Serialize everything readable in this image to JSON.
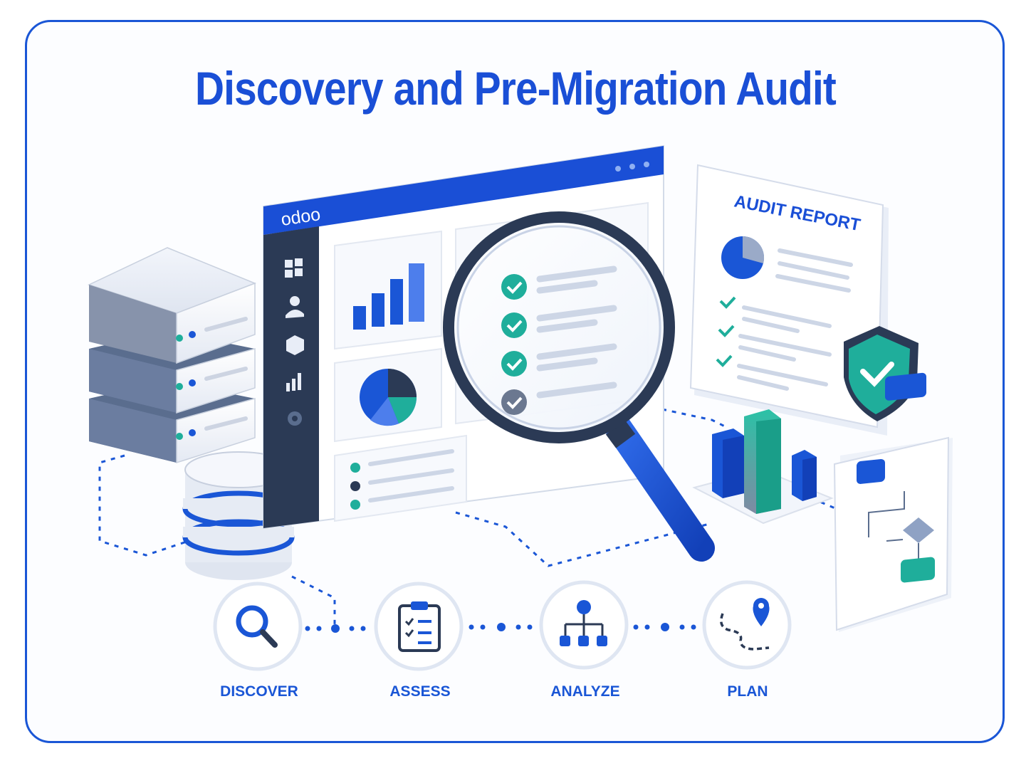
{
  "title": "Discovery and Pre-Migration Audit",
  "app": {
    "brand": "odoo"
  },
  "audit_report": {
    "heading": "AUDIT REPORT"
  },
  "steps": [
    {
      "label": "DISCOVER",
      "icon": "search-icon"
    },
    {
      "label": "ASSESS",
      "icon": "clipboard-checklist-icon"
    },
    {
      "label": "ANALYZE",
      "icon": "hierarchy-icon"
    },
    {
      "label": "PLAN",
      "icon": "route-pin-icon"
    }
  ],
  "colors": {
    "brand_blue": "#1a56d6",
    "teal": "#1fae9b",
    "navy": "#2b3a55",
    "light_bg": "#f3f6fc"
  }
}
